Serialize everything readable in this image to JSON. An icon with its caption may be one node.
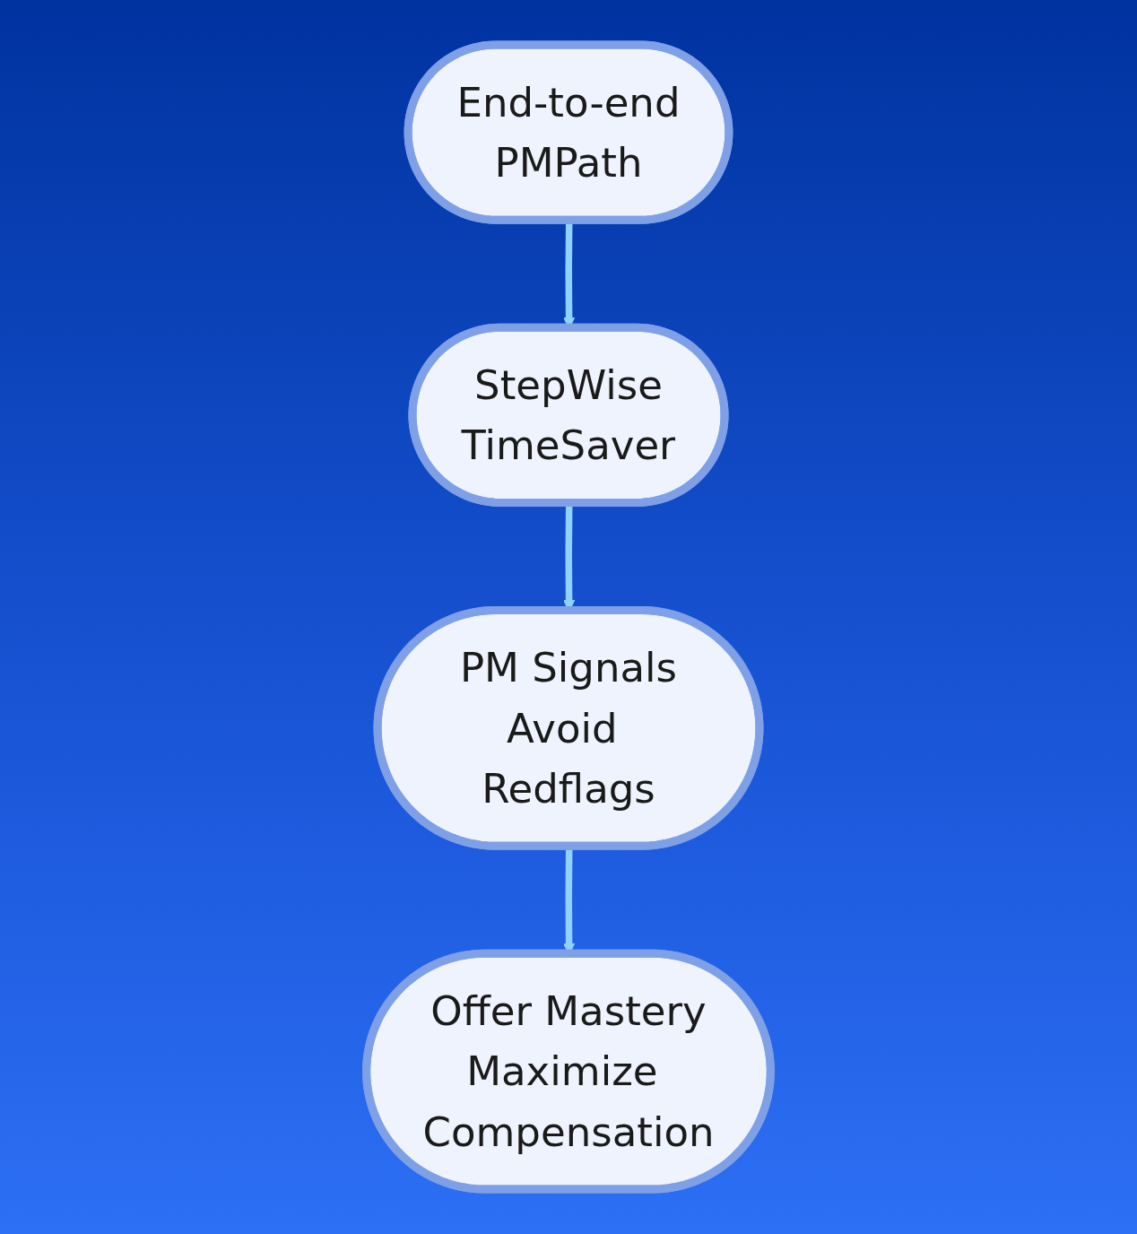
{
  "diagram": {
    "nodes": [
      {
        "text": [
          "End-to-end",
          "PMPath"
        ]
      },
      {
        "text": [
          "StepWise",
          "TimeSaver"
        ]
      },
      {
        "text": [
          "PM Signals",
          "Avoid Redflags"
        ]
      },
      {
        "text": [
          "Offer Mastery",
          "Maximize Compensation"
        ]
      }
    ],
    "edges": [
      {
        "from": 0,
        "to": 1,
        "arrow": "to"
      },
      {
        "from": 1,
        "to": 2,
        "arrow": "to"
      },
      {
        "from": 2,
        "to": 3,
        "arrow": "to"
      }
    ]
  }
}
